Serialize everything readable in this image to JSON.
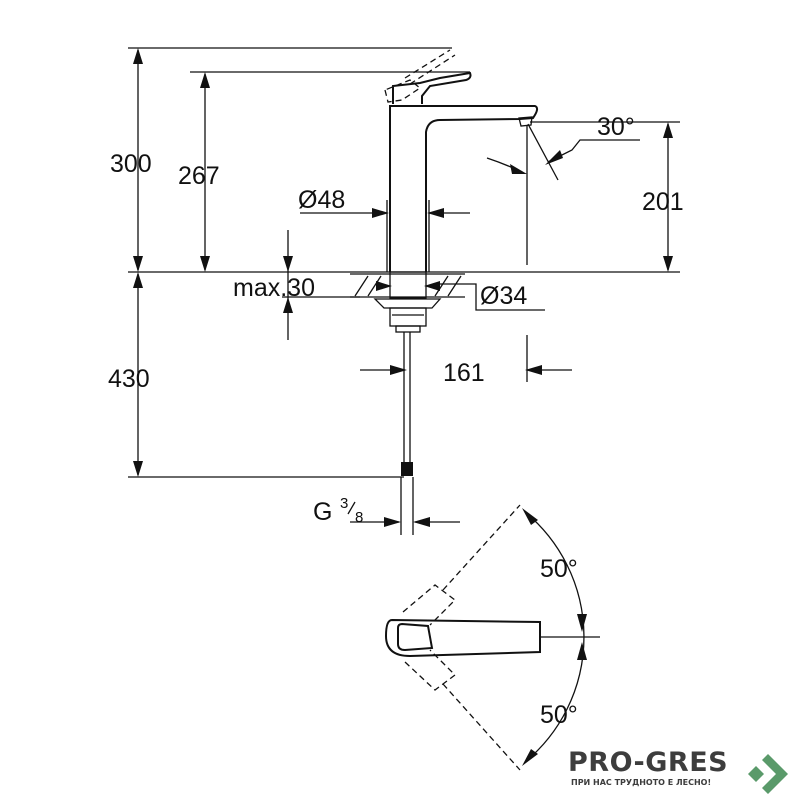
{
  "dimensions": {
    "total_height": "300",
    "lever_height": "267",
    "spout_height": "201",
    "spout_angle": "30°",
    "body_diameter": "Ø48",
    "max_thickness": "max.30",
    "hole_diameter": "Ø34",
    "below_deck": "430",
    "reach": "161",
    "connection_prefix": "G",
    "connection_num": "3",
    "connection_den": "8",
    "lever_rotation_top": "50°",
    "lever_rotation_bottom": "50°"
  },
  "logo": {
    "brand": "PRO-GRES",
    "tagline": "ПРИ НАС ТРУДНОТО Е ЛЕСНО!",
    "accent_color": "#5a9a6a"
  }
}
